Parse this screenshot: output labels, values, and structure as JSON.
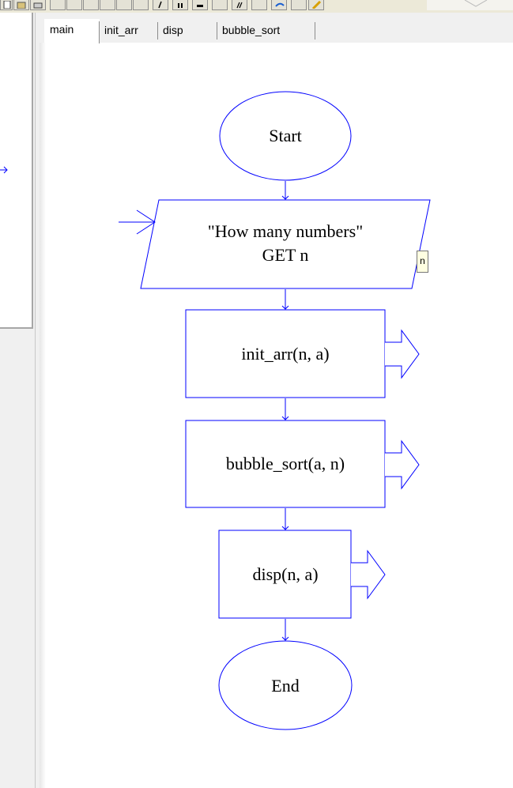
{
  "tabs": [
    {
      "label": "main"
    },
    {
      "label": "init_arr"
    },
    {
      "label": "disp"
    },
    {
      "label": "bubble_sort"
    }
  ],
  "flowchart": {
    "start": "Start",
    "input_prompt": "\"How many numbers\"",
    "input_var": "GET n",
    "call_init": "init_arr(n, a)",
    "call_sort": "bubble_sort(a, n)",
    "call_disp": "disp(n, a)",
    "end": "End",
    "hint": "n"
  },
  "colors": {
    "flow_stroke": "#0000ff",
    "canvas": "#ffffff",
    "chrome": "#f0f0f0"
  },
  "icons": [
    "new-icon",
    "open-icon",
    "print-icon",
    "run-icon",
    "pause-icon",
    "stop-icon",
    "step-icon",
    "undo-icon",
    "pencil-icon"
  ]
}
